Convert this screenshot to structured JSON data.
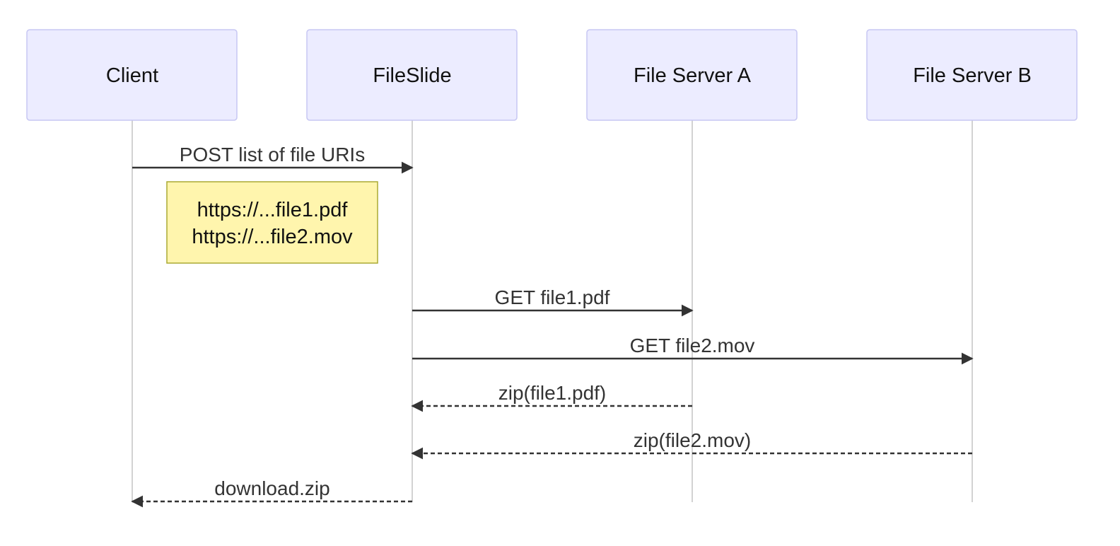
{
  "diagram": {
    "type": "sequence",
    "actors": [
      {
        "id": "client",
        "label": "Client"
      },
      {
        "id": "fileslide",
        "label": "FileSlide"
      },
      {
        "id": "fsa",
        "label": "File Server A"
      },
      {
        "id": "fsb",
        "label": "File Server B"
      }
    ],
    "messages": [
      {
        "from": "client",
        "to": "fileslide",
        "label": "POST list of file URIs",
        "style": "solid"
      },
      {
        "from": "fileslide",
        "to": "fsa",
        "label": "GET file1.pdf",
        "style": "solid"
      },
      {
        "from": "fileslide",
        "to": "fsb",
        "label": "GET file2.mov",
        "style": "solid"
      },
      {
        "from": "fsa",
        "to": "fileslide",
        "label": "zip(file1.pdf)",
        "style": "dashed"
      },
      {
        "from": "fsb",
        "to": "fileslide",
        "label": "zip(file2.mov)",
        "style": "dashed"
      },
      {
        "from": "fileslide",
        "to": "client",
        "label": "download.zip",
        "style": "dashed"
      }
    ],
    "note": {
      "lines": [
        "https://...file1.pdf",
        "https://...file2.mov"
      ]
    },
    "colors": {
      "actor_fill": "#ececff",
      "actor_stroke": "#c7c7f3",
      "note_fill": "#fff5ad",
      "note_stroke": "#aaaa33",
      "line": "#333333",
      "lifeline": "#b4b4b4"
    }
  }
}
